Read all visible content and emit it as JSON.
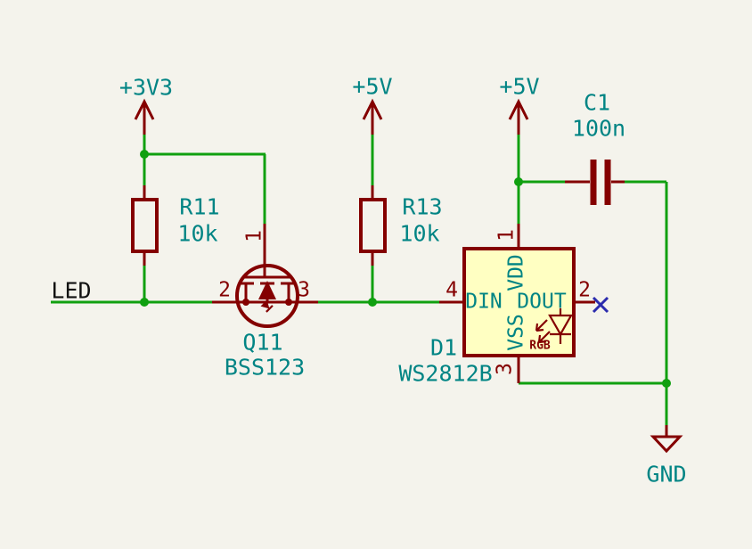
{
  "schematic": {
    "net_labels": {
      "led": "LED"
    },
    "power_flags": {
      "v3v3": "+3V3",
      "v5_left": "+5V",
      "v5_right": "+5V",
      "gnd": "GND"
    },
    "components": {
      "r11": {
        "ref": "R11",
        "value": "10k"
      },
      "r13": {
        "ref": "R13",
        "value": "10k"
      },
      "q11": {
        "ref": "Q11",
        "value": "BSS123",
        "pin1": "1",
        "pin2": "2",
        "pin3": "3"
      },
      "c1": {
        "ref": "C1",
        "value": "100n"
      },
      "d1": {
        "ref": "D1",
        "value": "WS2812B",
        "pin1_num": "1",
        "pin1_name": "VDD",
        "pin2_num": "2",
        "pin2_name": "DOUT",
        "pin3_num": "3",
        "pin3_name": "VSS",
        "pin4_num": "4",
        "pin4_name": "DIN",
        "led_type_label": "RGB"
      }
    },
    "colors": {
      "background": "#F4F3EC",
      "wire": "#10A010",
      "symbol": "#840000",
      "text": "#008484",
      "net_label": "#111111",
      "no_connect": "#2B2BAD",
      "ic_fill": "#FFFFC2"
    }
  }
}
